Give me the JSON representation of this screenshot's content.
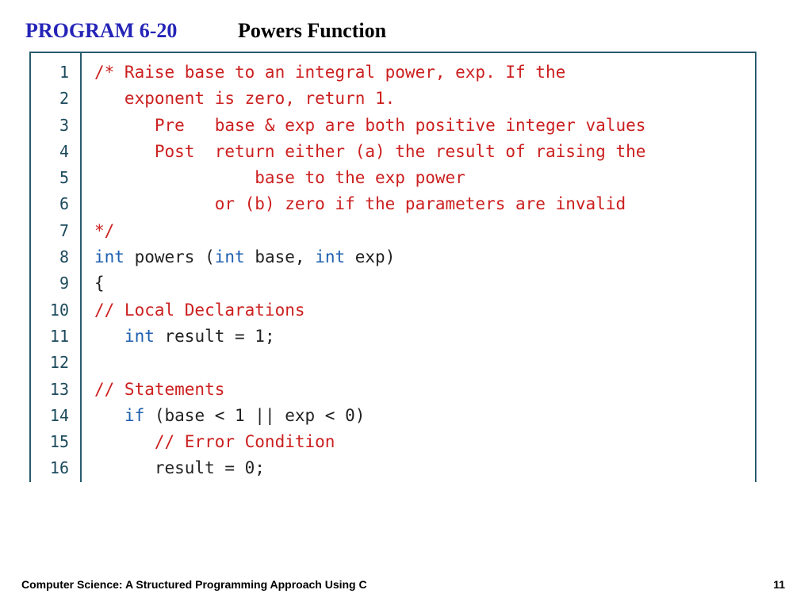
{
  "title": {
    "program_label": "PROGRAM 6-20",
    "program_name": "Powers Function"
  },
  "colors": {
    "program_label": "#2424b8",
    "comment": "#cc1f1f",
    "keyword": "#1d5fb0",
    "plain": "#222222",
    "border": "#2a5b6e",
    "line_number": "#1c4a5c"
  },
  "code": {
    "lines": [
      {
        "num": "1",
        "tokens": [
          {
            "type": "comment",
            "text": "/* Raise base to an integral power, exp. If the"
          }
        ]
      },
      {
        "num": "2",
        "tokens": [
          {
            "type": "comment",
            "text": "   exponent is zero, return 1."
          }
        ]
      },
      {
        "num": "3",
        "tokens": [
          {
            "type": "comment",
            "text": "      Pre   base & exp are both positive integer values"
          }
        ]
      },
      {
        "num": "4",
        "tokens": [
          {
            "type": "comment",
            "text": "      Post  return either (a) the result of raising the"
          }
        ]
      },
      {
        "num": "5",
        "tokens": [
          {
            "type": "comment",
            "text": "                base to the exp power"
          }
        ]
      },
      {
        "num": "6",
        "tokens": [
          {
            "type": "comment",
            "text": "            or (b) zero if the parameters are invalid"
          }
        ]
      },
      {
        "num": "7",
        "tokens": [
          {
            "type": "comment",
            "text": "*/"
          }
        ]
      },
      {
        "num": "8",
        "tokens": [
          {
            "type": "keyword",
            "text": "int"
          },
          {
            "type": "plain",
            "text": " powers ("
          },
          {
            "type": "keyword",
            "text": "int"
          },
          {
            "type": "plain",
            "text": " base, "
          },
          {
            "type": "keyword",
            "text": "int"
          },
          {
            "type": "plain",
            "text": " exp)"
          }
        ]
      },
      {
        "num": "9",
        "tokens": [
          {
            "type": "plain",
            "text": "{"
          }
        ]
      },
      {
        "num": "10",
        "tokens": [
          {
            "type": "comment",
            "text": "// Local Declarations"
          }
        ]
      },
      {
        "num": "11",
        "tokens": [
          {
            "type": "plain",
            "text": "   "
          },
          {
            "type": "keyword",
            "text": "int"
          },
          {
            "type": "plain",
            "text": " result = 1;"
          }
        ]
      },
      {
        "num": "12",
        "tokens": []
      },
      {
        "num": "13",
        "tokens": [
          {
            "type": "comment",
            "text": "// Statements"
          }
        ]
      },
      {
        "num": "14",
        "tokens": [
          {
            "type": "plain",
            "text": "   "
          },
          {
            "type": "keyword",
            "text": "if"
          },
          {
            "type": "plain",
            "text": " (base < 1 || exp < 0)"
          }
        ]
      },
      {
        "num": "15",
        "tokens": [
          {
            "type": "comment",
            "text": "      // Error Condition"
          }
        ]
      },
      {
        "num": "16",
        "tokens": [
          {
            "type": "plain",
            "text": "      result = 0;"
          }
        ]
      }
    ]
  },
  "footer": {
    "book_title": "Computer Science: A Structured Programming Approach Using C",
    "page_number": "11"
  }
}
